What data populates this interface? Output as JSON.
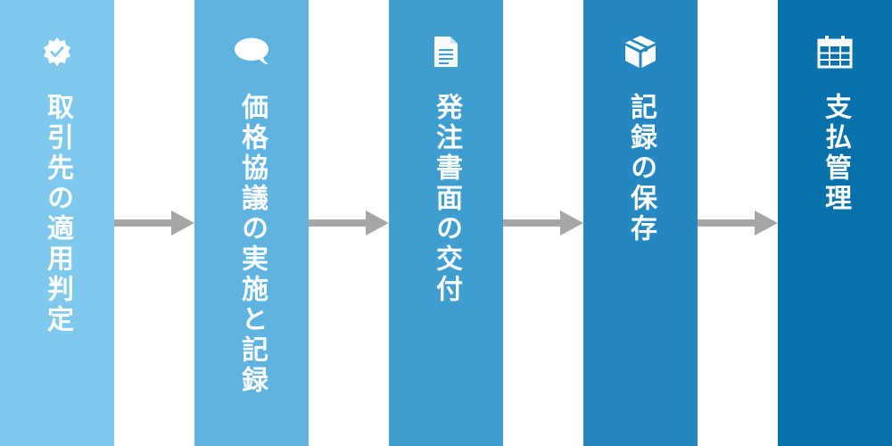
{
  "colors": {
    "step1": "#7ec8ed",
    "step2": "#5eb3e0",
    "step3": "#3f9dd0",
    "step4": "#2587c1",
    "step5": "#0671ab",
    "arrow": "#a6a6a6",
    "text": "#ffffff"
  },
  "steps": [
    {
      "label": "取引先の適用判定",
      "icon": "badge-check-icon"
    },
    {
      "label": "価格協議の実施と記録",
      "icon": "speech-bubble-icon"
    },
    {
      "label": "発注書面の交付",
      "icon": "document-icon"
    },
    {
      "label": "記録の保存",
      "icon": "box-icon"
    },
    {
      "label": "支払管理",
      "icon": "calendar-icon"
    }
  ]
}
